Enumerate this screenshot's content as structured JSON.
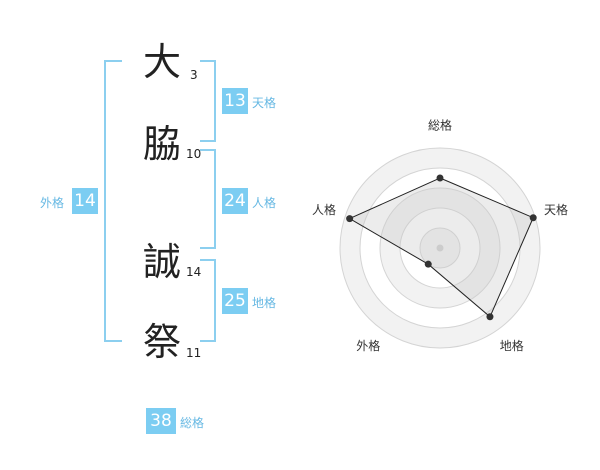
{
  "name": {
    "chars": [
      {
        "char": "大",
        "strokes": "3"
      },
      {
        "char": "脇",
        "strokes": "10"
      },
      {
        "char": "誠",
        "strokes": "14"
      },
      {
        "char": "祭",
        "strokes": "11"
      }
    ]
  },
  "fortunes": {
    "tenkaku": {
      "value": "13",
      "label": "天格"
    },
    "jinkaku": {
      "value": "24",
      "label": "人格"
    },
    "chikaku": {
      "value": "25",
      "label": "地格"
    },
    "gaikaku": {
      "value": "14",
      "label": "外格"
    },
    "soukaku": {
      "value": "38",
      "label": "総格"
    }
  },
  "chart_data": {
    "type": "radar",
    "axes": [
      "総格",
      "天格",
      "地格",
      "外格",
      "人格"
    ],
    "values": [
      0.7,
      0.98,
      0.85,
      0.2,
      0.95
    ],
    "range": [
      0,
      1
    ],
    "rings": 5
  }
}
